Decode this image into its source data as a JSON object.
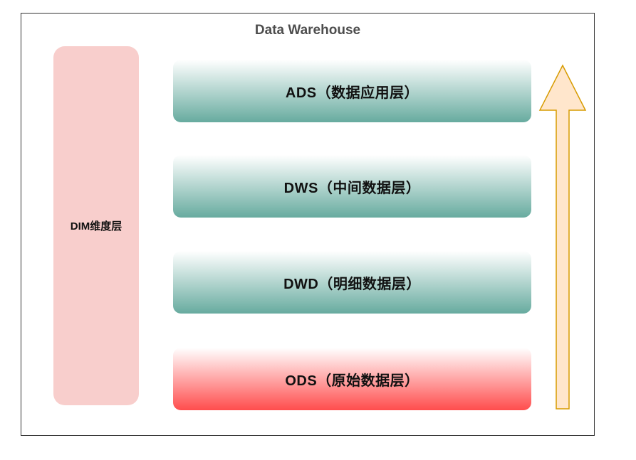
{
  "diagram": {
    "title": "Data Warehouse",
    "dimension_layer": {
      "label": "DIM维度层",
      "color": "#f8cecc"
    },
    "layers": [
      {
        "id": "ads",
        "label": "ADS（数据应用层）",
        "color_top": "#ffffff",
        "color_bottom": "#67ab9f"
      },
      {
        "id": "dws",
        "label": "DWS（中间数据层）",
        "color_top": "#ffffff",
        "color_bottom": "#67ab9f"
      },
      {
        "id": "dwd",
        "label": "DWD（明细数据层）",
        "color_top": "#ffffff",
        "color_bottom": "#67ab9f"
      },
      {
        "id": "ods",
        "label": "ODS（原始数据层）",
        "color_top": "#ffffff",
        "color_bottom": "#ff4d4d"
      }
    ],
    "arrow": {
      "direction": "up",
      "fill": "#ffe6cc",
      "stroke": "#d79b00"
    }
  }
}
